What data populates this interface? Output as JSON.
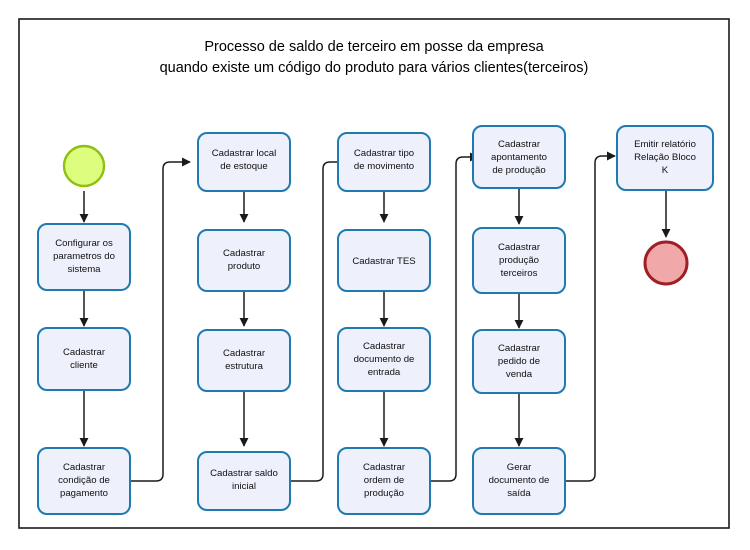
{
  "diagram": {
    "title_line1": "Processo de saldo de terceiro em posse da empresa",
    "title_line2": "quando existe um código do produto para vários clientes(terceiros)",
    "colors": {
      "node_fill": "#eef0fb",
      "node_stroke": "#1f7ab0",
      "start_fill": "#ddfd7f",
      "start_stroke": "#8fbf13",
      "end_fill": "#f0a8a8",
      "end_stroke": "#a01f27",
      "connector": "#1a1a1a",
      "frame": "#1a1a1a",
      "background": "#ffffff"
    },
    "start_node": {
      "label": "",
      "shape": "circle"
    },
    "end_node": {
      "label": "",
      "shape": "circle"
    },
    "columns": [
      {
        "name": "column-1",
        "nodes": [
          {
            "id": "n1",
            "lines": [
              "Configurar os",
              "parametros do",
              "sistema"
            ]
          },
          {
            "id": "n2",
            "lines": [
              "Cadastrar",
              "cliente"
            ]
          },
          {
            "id": "n3",
            "lines": [
              "Cadastrar",
              "condição de",
              "pagamento"
            ]
          }
        ]
      },
      {
        "name": "column-2",
        "nodes": [
          {
            "id": "n4",
            "lines": [
              "Cadastrar local",
              "de estoque"
            ]
          },
          {
            "id": "n5",
            "lines": [
              "Cadastrar",
              "produto"
            ]
          },
          {
            "id": "n6",
            "lines": [
              "Cadastrar",
              "estrutura"
            ]
          },
          {
            "id": "n7",
            "lines": [
              "Cadastrar saldo",
              "inicial"
            ]
          }
        ]
      },
      {
        "name": "column-3",
        "nodes": [
          {
            "id": "n8",
            "lines": [
              "Cadastrar tipo",
              "de movimento"
            ]
          },
          {
            "id": "n9",
            "lines": [
              "Cadastrar TES"
            ]
          },
          {
            "id": "n10",
            "lines": [
              "Cadastrar",
              "documento de",
              "entrada"
            ]
          },
          {
            "id": "n11",
            "lines": [
              "Cadastrar",
              "ordem de",
              "produção"
            ]
          }
        ]
      },
      {
        "name": "column-4",
        "nodes": [
          {
            "id": "n12",
            "lines": [
              "Cadastrar",
              "apontamento",
              "de produção"
            ]
          },
          {
            "id": "n13",
            "lines": [
              "Cadastrar",
              "produção",
              "terceiros"
            ]
          },
          {
            "id": "n14",
            "lines": [
              "Cadastrar",
              "pedido de",
              "venda"
            ]
          },
          {
            "id": "n15",
            "lines": [
              "Gerar",
              "documento de",
              "saída"
            ]
          }
        ]
      },
      {
        "name": "column-5",
        "nodes": [
          {
            "id": "n16",
            "lines": [
              "Emitir relatório",
              "Relação Bloco",
              "K"
            ]
          }
        ]
      }
    ]
  }
}
